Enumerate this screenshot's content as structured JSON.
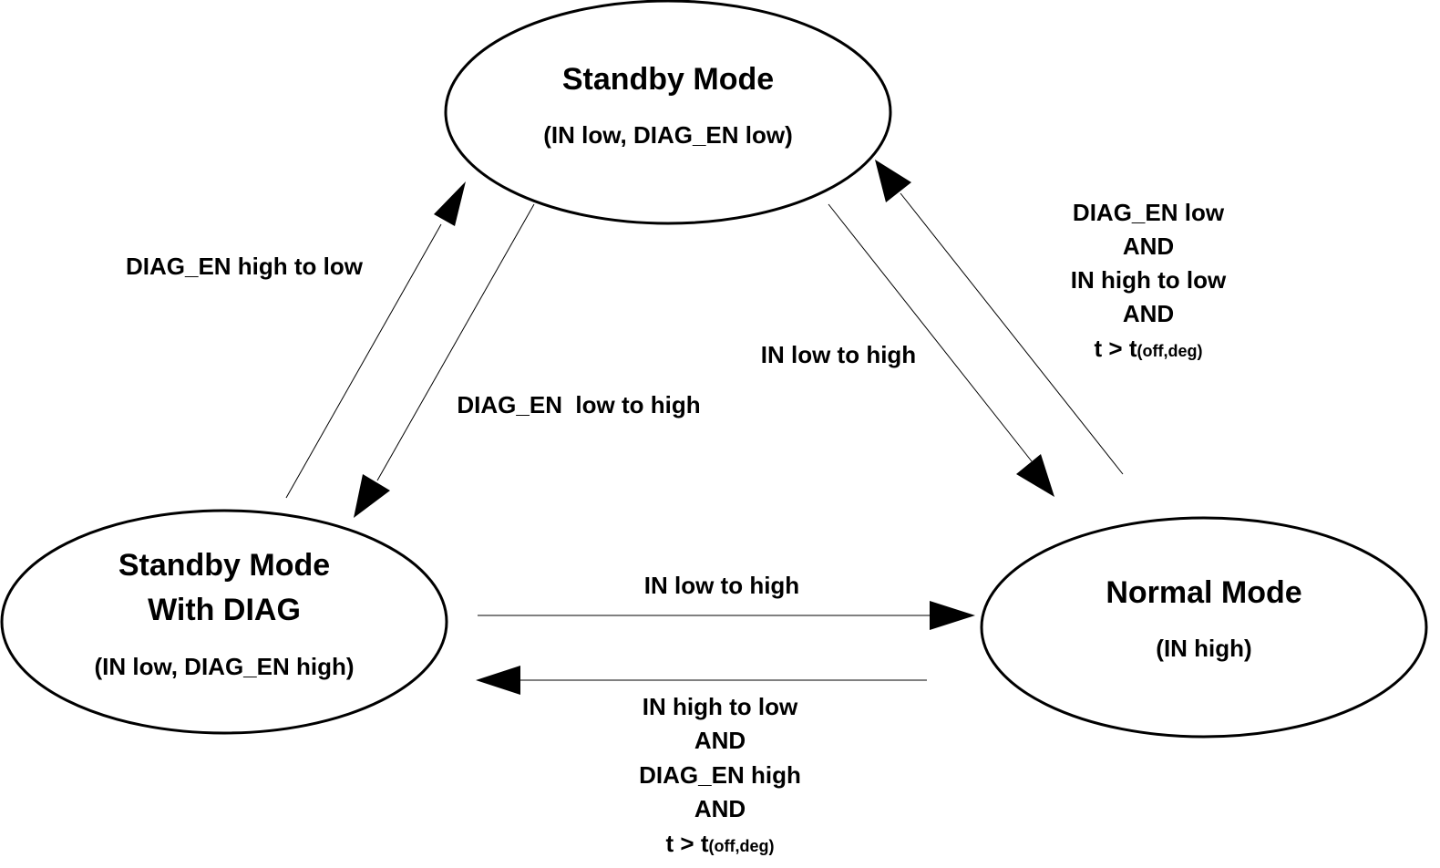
{
  "colors": {
    "ink": "#000000",
    "background": "#ffffff"
  },
  "states": {
    "standby": {
      "title": "Standby Mode",
      "subtitle": "(IN low, DIAG_EN low)"
    },
    "standby_diag": {
      "title_line1": "Standby Mode",
      "title_line2": "With DIAG",
      "subtitle": "(IN low, DIAG_EN high)"
    },
    "normal": {
      "title": "Normal Mode",
      "subtitle": "(IN high)"
    }
  },
  "transitions": {
    "diag_to_standby": {
      "label": "DIAG_EN high to low"
    },
    "standby_to_diag": {
      "label": "DIAG_EN  low to high"
    },
    "standby_to_normal": {
      "label": "IN low to high"
    },
    "normal_to_standby": {
      "line1": "DIAG_EN low",
      "line2": "AND",
      "line3": "IN high to low",
      "line4": "AND",
      "line5_main": "t > t",
      "line5_sub": "(off,deg)"
    },
    "diag_to_normal": {
      "label": "IN low to high"
    },
    "normal_to_diag": {
      "line1": "IN high to low",
      "line2": "AND",
      "line3": "DIAG_EN high",
      "line4": "AND",
      "line5_main": "t > t",
      "line5_sub": "(off,deg)"
    }
  }
}
